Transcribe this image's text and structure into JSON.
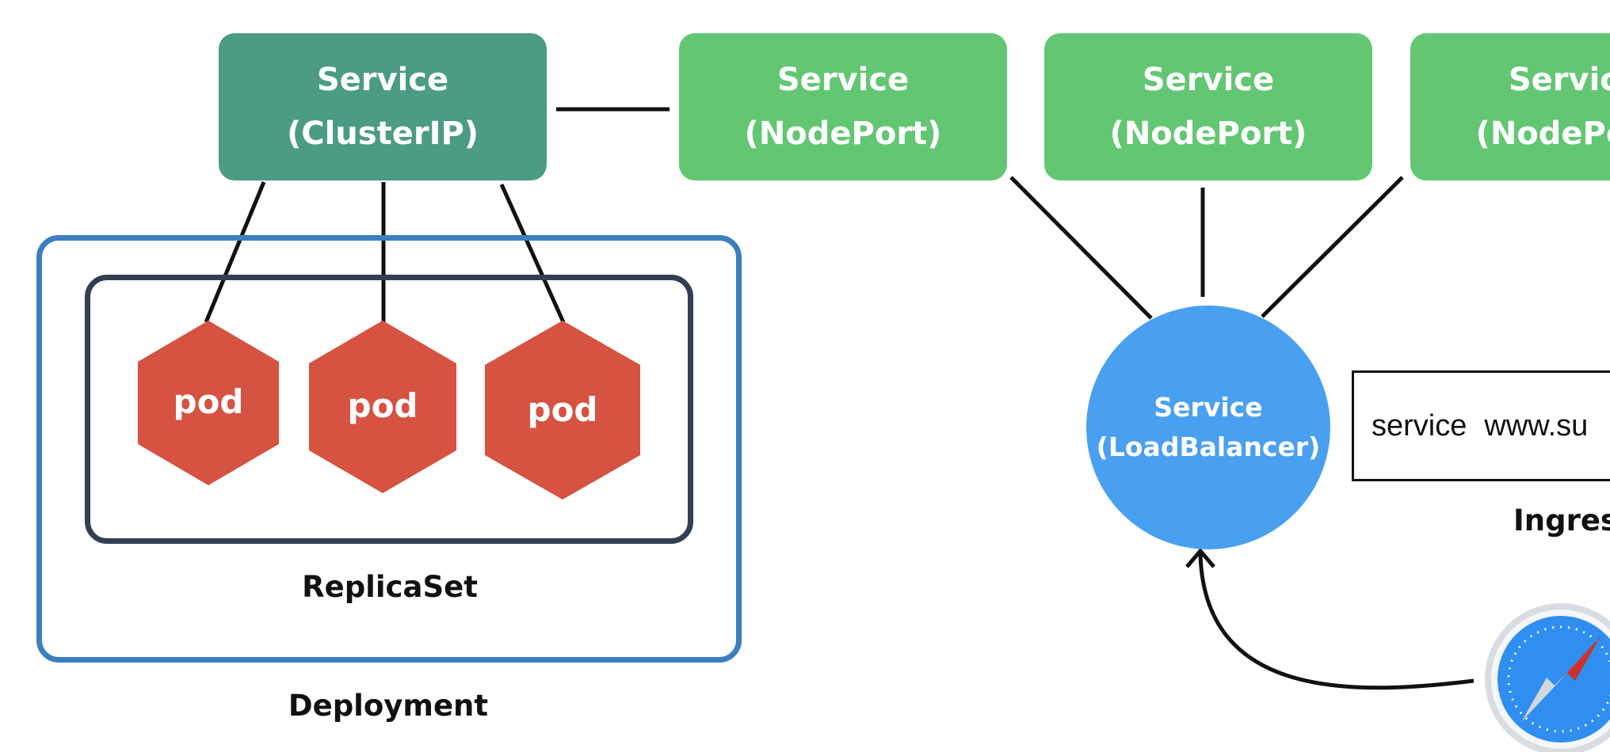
{
  "services": {
    "cluster_ip": {
      "line1": "Service",
      "line2": "(ClusterIP)"
    },
    "nodeports": [
      {
        "line1": "Service",
        "line2": "(NodePort)"
      },
      {
        "line1": "Service",
        "line2": "(NodePort)"
      },
      {
        "line1": "Service",
        "line2": "(NodePort)"
      }
    ],
    "load_balancer": {
      "line1": "Service",
      "line2": "(LoadBalancer)"
    }
  },
  "pods": [
    "pod",
    "pod",
    "pod"
  ],
  "replicaset_label": "ReplicaSet",
  "deployment_label": "Deployment",
  "ingress": {
    "rule_service": "service",
    "rule_host": "www.su",
    "label": "Ingres"
  },
  "colors": {
    "cluster_ip": "#4b9b85",
    "nodeport": "#63c673",
    "pod": "#d65241",
    "load_balancer": "#4aa0f0",
    "deployment_border": "#3c7fc0",
    "replicaset_border": "#323f53"
  },
  "icons": {
    "browser": "safari-compass-icon"
  }
}
